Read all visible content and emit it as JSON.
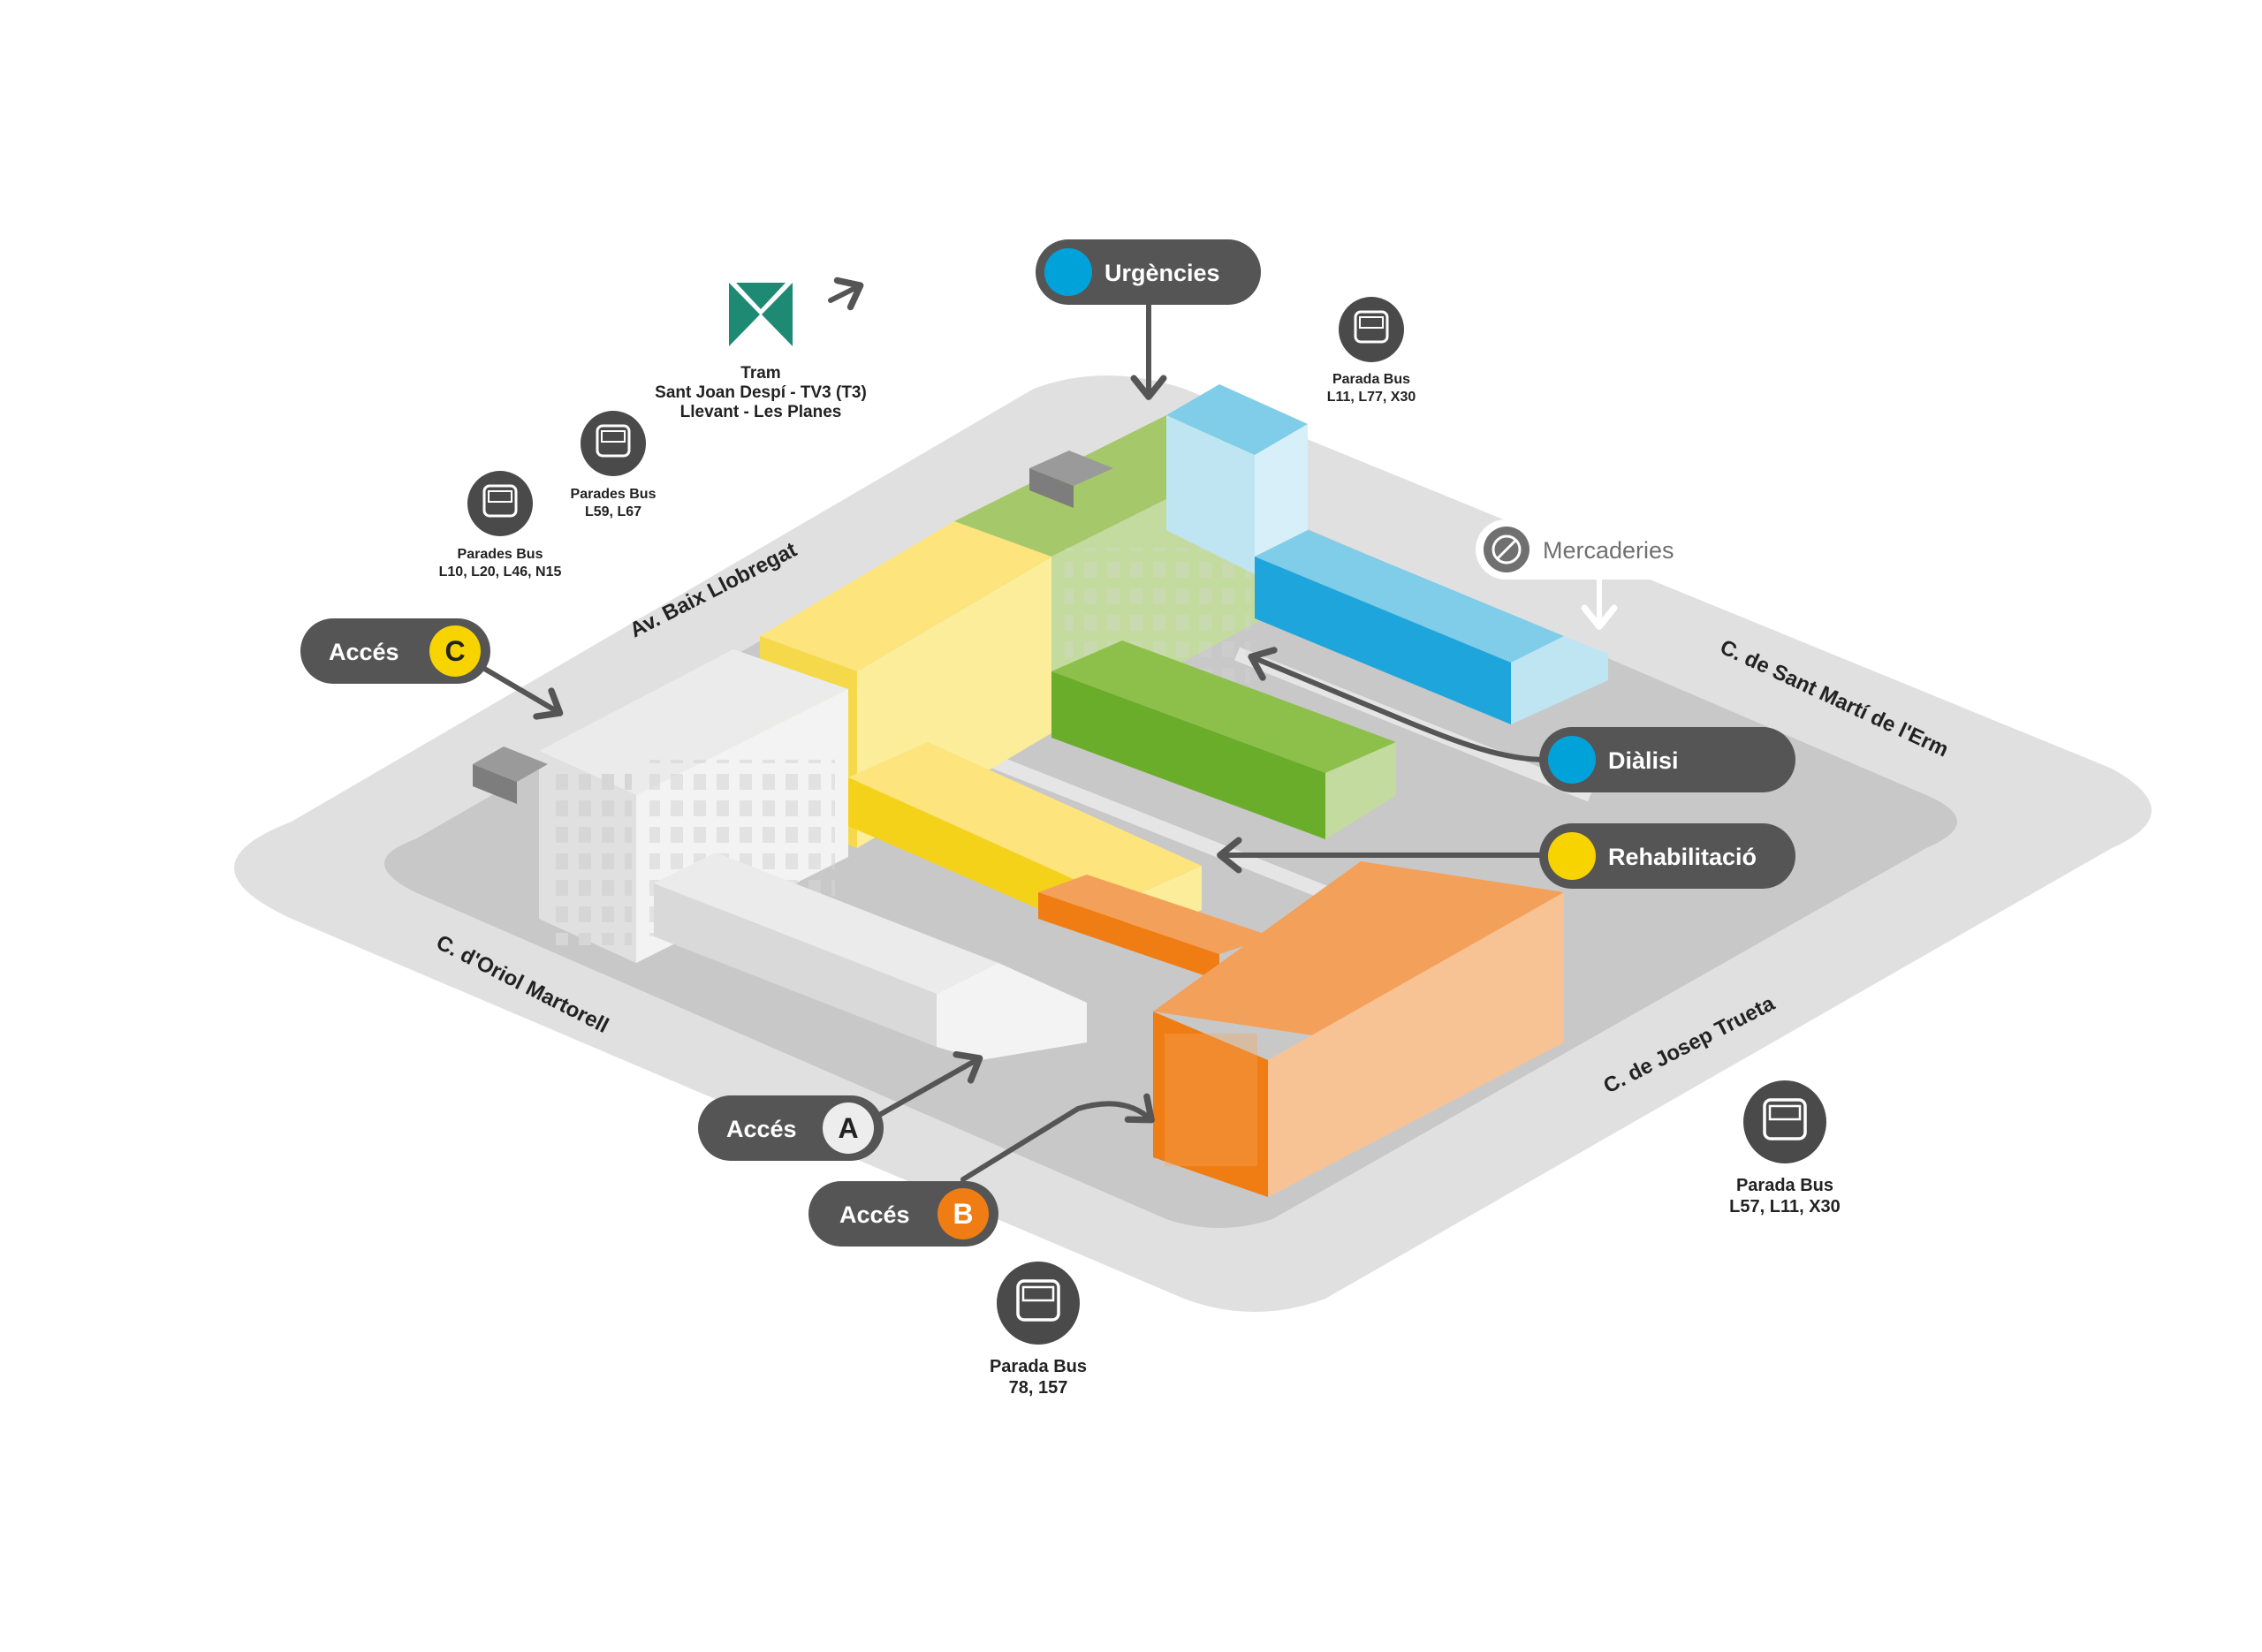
{
  "colors": {
    "pill_bg": "#555556",
    "dot_blue": "#00a3d9",
    "dot_yellow": "#f7d400",
    "dot_orange": "#ef7d14",
    "dot_white": "#ededed",
    "tram_green": "#1e8a74",
    "bus_icon_bg": "#4a4a4a"
  },
  "departments": {
    "urgencies": "Urgències",
    "dialisi": "Diàlisi",
    "rehabilitacio": "Rehabilitació",
    "mercaderies": "Mercaderies"
  },
  "access": {
    "label": "Accés",
    "a": "A",
    "b": "B",
    "c": "C"
  },
  "streets": {
    "baix_llobregat": "Av. Baix Llobregat",
    "sant_marti": "C. de Sant Martí de l'Erm",
    "oriol_martorell": "C. d'Oriol Martorell",
    "josep_trueta": "C. de Josep Trueta"
  },
  "tram": {
    "line1": "Tram",
    "line2": "Sant Joan Despí - TV3 (T3)",
    "line3": "Llevant - Les Planes"
  },
  "bus_stops": {
    "s1": {
      "label": "Parades Bus",
      "lines": "L10, L20, L46, N15"
    },
    "s2": {
      "label": "Parades Bus",
      "lines": "L59, L67"
    },
    "s3": {
      "label": "Parada Bus",
      "lines": "L11, L77, X30"
    },
    "s4": {
      "label": "Parada Bus",
      "lines": "L57, L11, X30"
    },
    "s5": {
      "label": "Parada Bus",
      "lines": "78, 157"
    }
  },
  "icons": [
    "tram-logo-icon",
    "arrow-icon",
    "bus-icon",
    "no-entry-icon"
  ]
}
